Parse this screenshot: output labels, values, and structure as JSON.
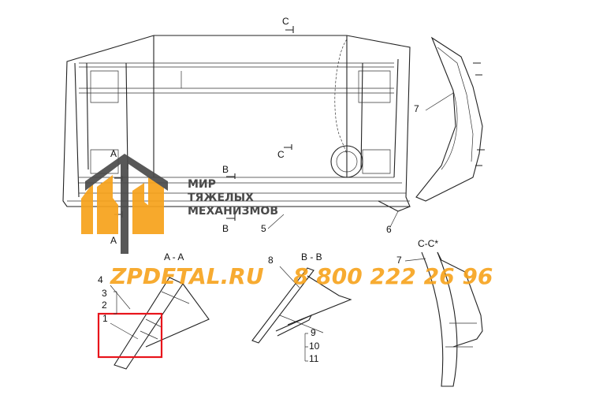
{
  "labels": {
    "section_c_top": "C",
    "section_c_mid": "C",
    "section_b_top": "B",
    "section_b_bottom": "B",
    "section_a_top": "A",
    "section_a_bottom": "A",
    "part_5": "5",
    "part_6": "6",
    "part_7_side": "7",
    "view_cc": "C-C*",
    "view_aa": "A - A",
    "view_bb": "B - B",
    "part_8": "8",
    "part_4": "4",
    "part_3": "3",
    "part_2": "2",
    "part_1": "1",
    "part_9": "9",
    "part_10": "10",
    "part_11": "11",
    "part_7_cc": "7"
  },
  "watermark": {
    "line1": "МИР",
    "line2": "ТЯЖЕЛЫХ",
    "line3": "МЕХАНИЗМОВ",
    "site": "ZPDETAL.RU",
    "phone": "8 800 222 26 96",
    "logo_colors": {
      "orange": "#f7a21b",
      "gray": "#4a4a4a"
    }
  },
  "highlight": {
    "color": "#e8141b"
  }
}
